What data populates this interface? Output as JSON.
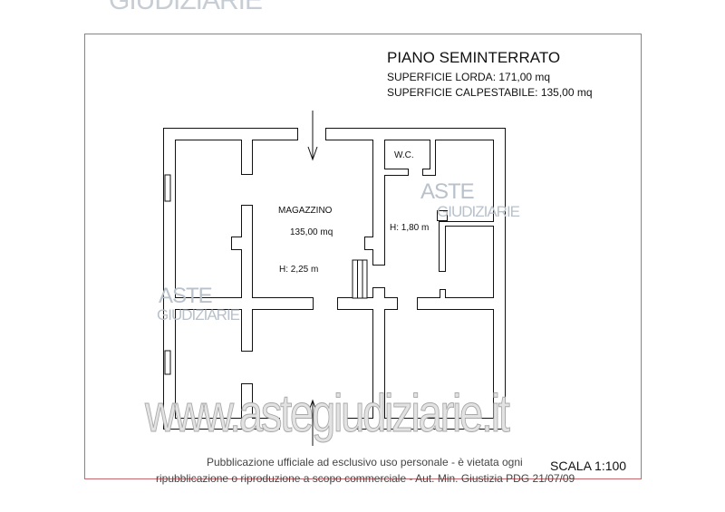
{
  "watermark": {
    "top_fragment": "GIUDIZIARIE",
    "logo_line1": "ASTE",
    "logo_line2": "GIUDIZIARIE",
    "url": "www.astegiudiziarie.it"
  },
  "header": {
    "title": "PIANO SEMINTERRATO",
    "gross_area": "SUPERFICIE LORDA: 171,00 mq",
    "walkable_area": "SUPERFICIE CALPESTABILE: 135,00 mq"
  },
  "plan": {
    "room_name": "MAGAZZINO",
    "room_area": "135,00 mq",
    "room_height": "H: 2,25 m",
    "wc_label": "W.C.",
    "right_height": "H: 1,80 m"
  },
  "footer": {
    "notice_line1": "Pubblicazione ufficiale ad esclusivo uso personale - è vietata ogni",
    "notice_line2": "ripubblicazione o riproduzione a scopo commerciale - Aut. Min. Giustizia PDG 21/07/09",
    "scale": "SCALA 1:100"
  },
  "colors": {
    "frame": "#c9686c",
    "walls": "#111111"
  }
}
